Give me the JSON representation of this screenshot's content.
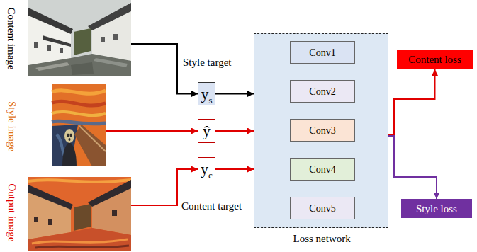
{
  "diagram": {
    "nodes": [
      {
        "text": [
          "Content image"
        ]
      },
      {
        "text": [
          "Style image"
        ]
      },
      {
        "text": [
          "Output image"
        ]
      },
      {
        "text": [
          "y",
          "s"
        ]
      },
      {
        "text": [
          "ŷ"
        ]
      },
      {
        "text": [
          "y",
          "c"
        ]
      },
      {
        "text": [
          "Loss network"
        ]
      },
      {
        "text": [
          "Conv1"
        ],
        "in": 6
      },
      {
        "text": [
          "Conv2"
        ],
        "in": 6
      },
      {
        "text": [
          "Conv3"
        ],
        "in": 6
      },
      {
        "text": [
          "Conv4"
        ],
        "in": 6
      },
      {
        "text": [
          "Conv5"
        ],
        "in": 6
      },
      {
        "text": [
          "Content loss"
        ]
      },
      {
        "text": [
          "Style loss"
        ]
      }
    ],
    "edges": [
      {
        "from": 0,
        "to": 3,
        "arrow": "to"
      },
      {
        "from": 1,
        "to": 4,
        "arrow": "to"
      },
      {
        "from": 2,
        "to": 5,
        "arrow": "to"
      },
      {
        "from": 3,
        "to": 6,
        "arrow": "to"
      },
      {
        "from": 4,
        "to": 6,
        "arrow": "to"
      },
      {
        "from": 5,
        "to": 6,
        "arrow": "to"
      },
      {
        "from": 6,
        "to": 12,
        "arrow": "to"
      },
      {
        "from": 6,
        "to": 13,
        "arrow": "to"
      }
    ],
    "labels": [
      "Style target",
      "Content target"
    ]
  }
}
